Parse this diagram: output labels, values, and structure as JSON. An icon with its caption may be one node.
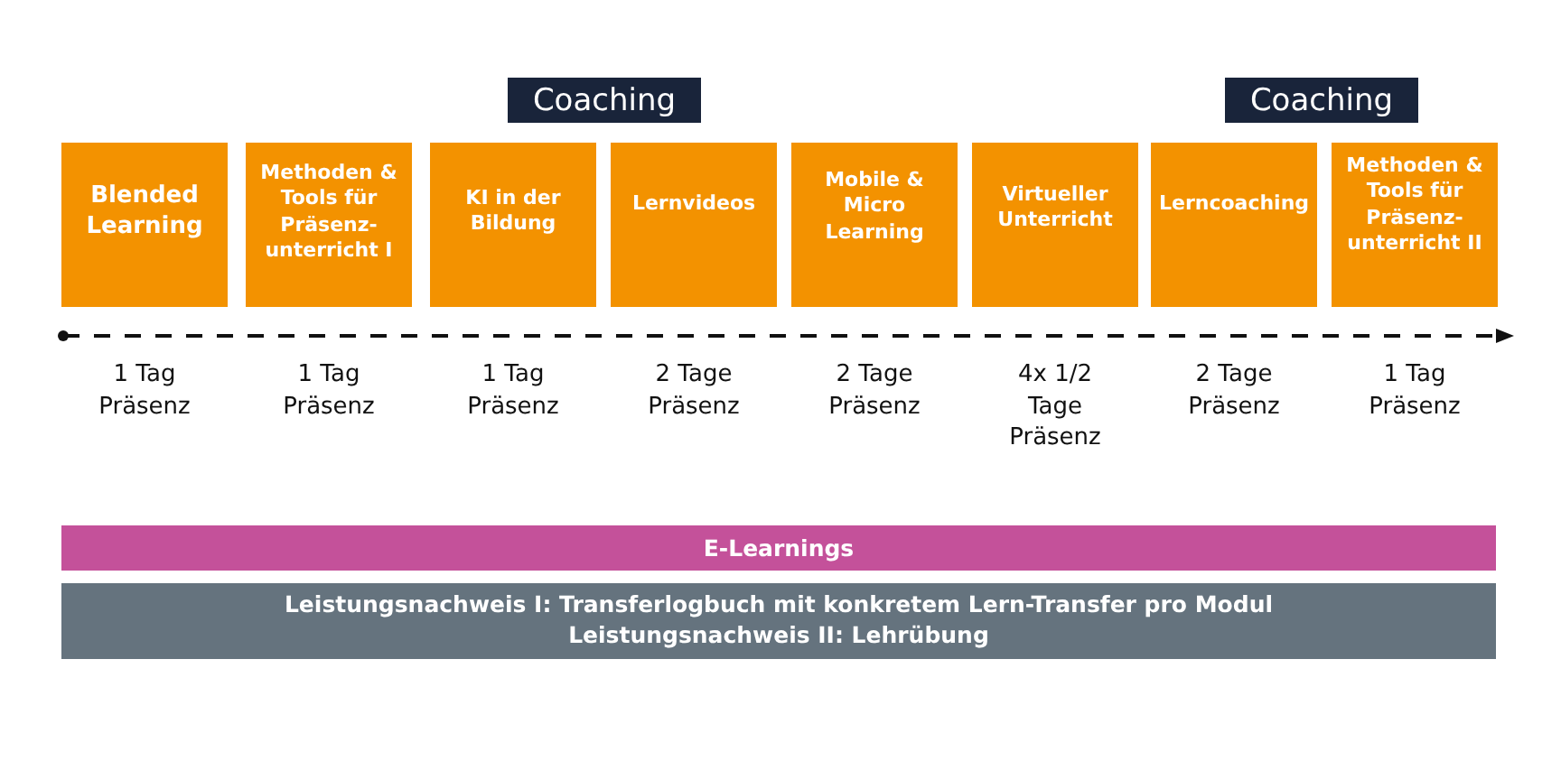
{
  "diagram": {
    "nodes": [
      {
        "text": [
          "Coaching"
        ]
      },
      {
        "text": [
          "Coaching"
        ]
      },
      {
        "text": [
          "Blended Learning"
        ],
        "beside": [
          "1 Tag Präsenz"
        ]
      },
      {
        "text": [
          "Methoden & Tools für Präsenz- unterricht I"
        ],
        "beside": [
          "1 Tag Präsenz"
        ]
      },
      {
        "text": [
          "KI in der Bildung"
        ],
        "beside": [
          "1 Tag Präsenz"
        ]
      },
      {
        "text": [
          "Lernvideos"
        ],
        "beside": [
          "2 Tage Präsenz"
        ]
      },
      {
        "text": [
          "Mobile & Micro Learning"
        ],
        "beside": [
          "2 Tage Präsenz"
        ]
      },
      {
        "text": [
          "Virtueller Unterricht"
        ],
        "beside": [
          "4x 1/2 Tage Präsenz"
        ]
      },
      {
        "text": [
          "Lerncoaching"
        ],
        "beside": [
          "2 Tage Präsenz"
        ]
      },
      {
        "text": [
          "Methoden & Tools für Präsenz- unterricht II"
        ],
        "beside": [
          "1 Tag Präsenz"
        ]
      },
      {
        "text": [
          "E-Learnings"
        ]
      },
      {
        "text": [
          "Leistungsnachweis I: Transferlogbuch mit konkretem Lern-Transfer pro Modul",
          "Leistungsnachweis II: Lehrübung"
        ]
      }
    ]
  }
}
